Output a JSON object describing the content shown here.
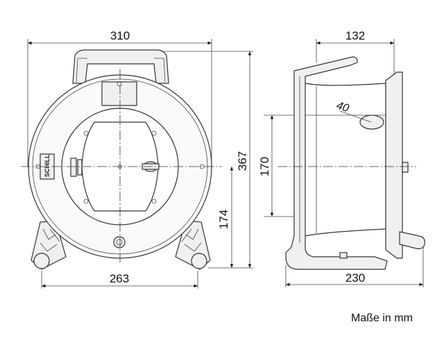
{
  "dimensions": {
    "front_width": "310",
    "front_height": "367",
    "axis_height": "174",
    "foot_span": "263",
    "side_depth_top": "132",
    "side_depth_bottom": "230",
    "drum_height": "170",
    "handle_size": "40"
  },
  "logo": {
    "text": "SCHILL"
  },
  "footer": {
    "units": "Maße in mm"
  },
  "colors": {
    "line": "#333333",
    "background": "#ffffff"
  }
}
